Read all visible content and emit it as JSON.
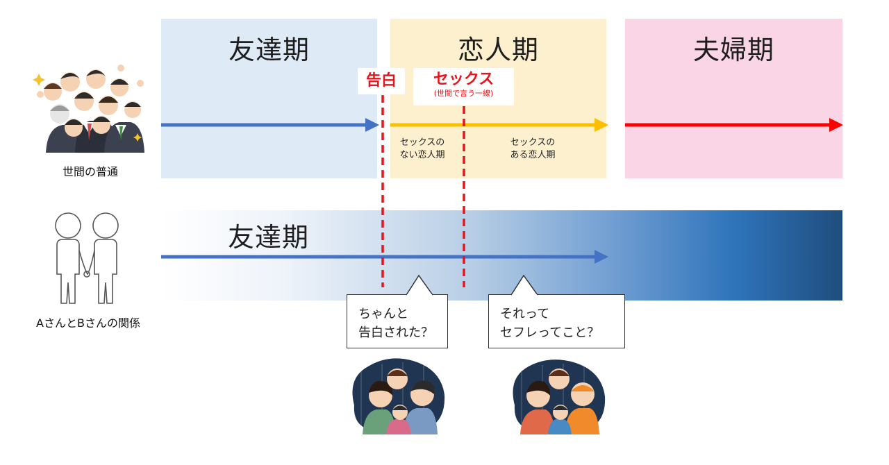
{
  "phases": {
    "friend": "友達期",
    "lover": "恋人期",
    "married": "夫婦期"
  },
  "markers": {
    "confession": "告白",
    "sex": "セックス",
    "sex_note": "(世間で言う一線)"
  },
  "lover_sub": {
    "without_line1": "セックスの",
    "without_line2": "ない恋人期",
    "with_line1": "セックスの",
    "with_line2": "ある恋人期"
  },
  "rows": {
    "top_caption": "世間の普通",
    "bottom_caption": "AさんとBさんの関係",
    "bottom_phase": "友達期"
  },
  "bubbles": {
    "left_line1": "ちゃんと",
    "left_line2": "告白された？",
    "right_line1": "それって",
    "right_line2": "セフレってこと？"
  },
  "colors": {
    "arrow_blue": "#4472c4",
    "arrow_yellow": "#fbbf00",
    "arrow_red": "#ff0000",
    "marker_red": "#e8141b"
  },
  "icons": {
    "crowd": "cheering-crowd-icon",
    "couple": "holding-hands-couple-icon",
    "family": "worried-family-icon"
  }
}
